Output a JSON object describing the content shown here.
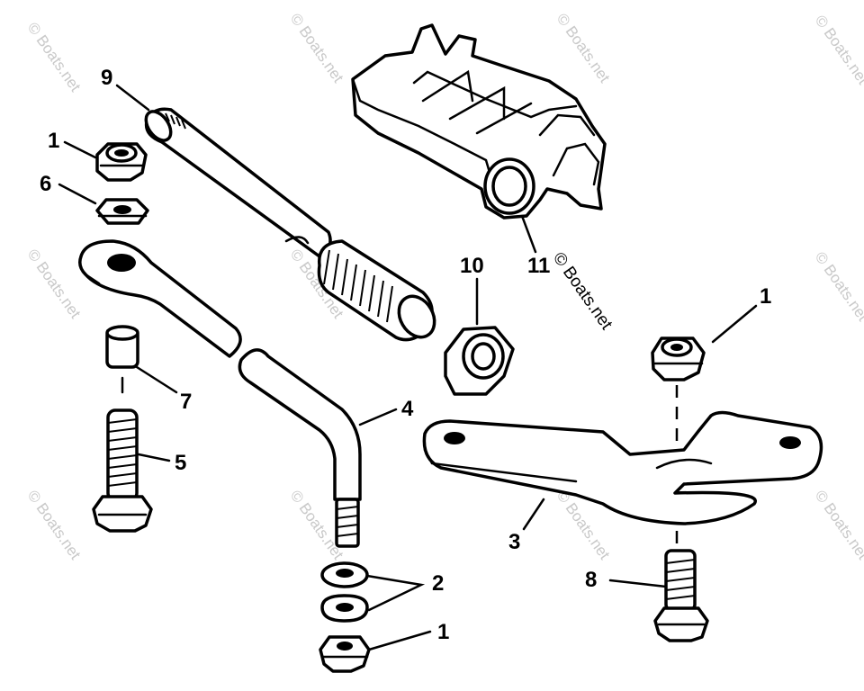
{
  "callouts": {
    "c9": "9",
    "c1_top_left": "1",
    "c6": "6",
    "c7": "7",
    "c5": "5",
    "c4": "4",
    "c10": "10",
    "c11": "11",
    "c1_right": "1",
    "c3": "3",
    "c8": "8",
    "c2": "2",
    "c1_bottom": "1"
  },
  "watermark": {
    "text": "© Boats.net"
  }
}
